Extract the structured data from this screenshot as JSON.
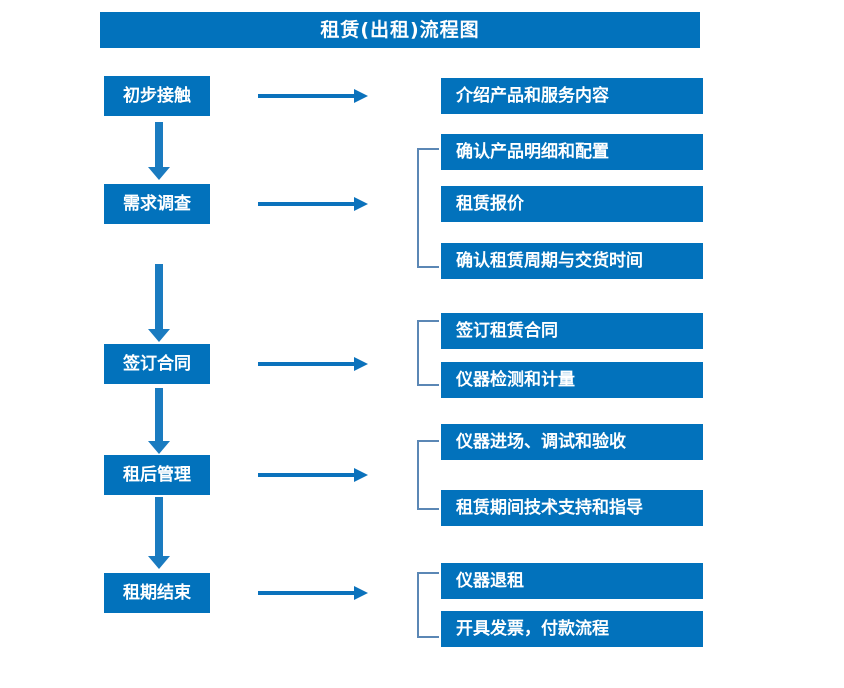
{
  "document": {
    "title": "租赁(出租)流程图"
  },
  "colors": {
    "box_blue": "#0272BC",
    "arrow_blue": "#0B72BC",
    "bracket_blue": "#5B87B5",
    "text_white": "#FFFFFF",
    "background": "#FFFFFF"
  },
  "stages": [
    {
      "label": "初步接触"
    },
    {
      "label": "需求调查"
    },
    {
      "label": "签订合同"
    },
    {
      "label": "租后管理"
    },
    {
      "label": "租期结束"
    }
  ],
  "details": [
    {
      "label": "介绍产品和服务内容"
    },
    {
      "label": "确认产品明细和配置"
    },
    {
      "label": "租赁报价"
    },
    {
      "label": "确认租赁周期与交货时间"
    },
    {
      "label": "签订租赁合同"
    },
    {
      "label": "仪器检测和计量"
    },
    {
      "label": "仪器进场、调试和验收"
    },
    {
      "label": "租赁期间技术支持和指导"
    },
    {
      "label": "仪器退租"
    },
    {
      "label": "开具发票，付款流程"
    }
  ],
  "groups": [
    {
      "stage": "初步接触",
      "details": [
        "介绍产品和服务内容"
      ],
      "bracket": false
    },
    {
      "stage": "需求调查",
      "details": [
        "确认产品明细和配置",
        "租赁报价",
        "确认租赁周期与交货时间"
      ],
      "bracket": true
    },
    {
      "stage": "签订合同",
      "details": [
        "签订租赁合同",
        "仪器检测和计量"
      ],
      "bracket": true
    },
    {
      "stage": "租后管理",
      "details": [
        "仪器进场、调试和验收",
        "租赁期间技术支持和指导"
      ],
      "bracket": true
    },
    {
      "stage": "租期结束",
      "details": [
        "仪器退租",
        "开具发票，付款流程"
      ],
      "bracket": true
    }
  ],
  "connectors": {
    "horizontal_arrow": "right-arrow",
    "vertical_arrow": "down-arrow",
    "group_bracket": "left-bracket"
  }
}
